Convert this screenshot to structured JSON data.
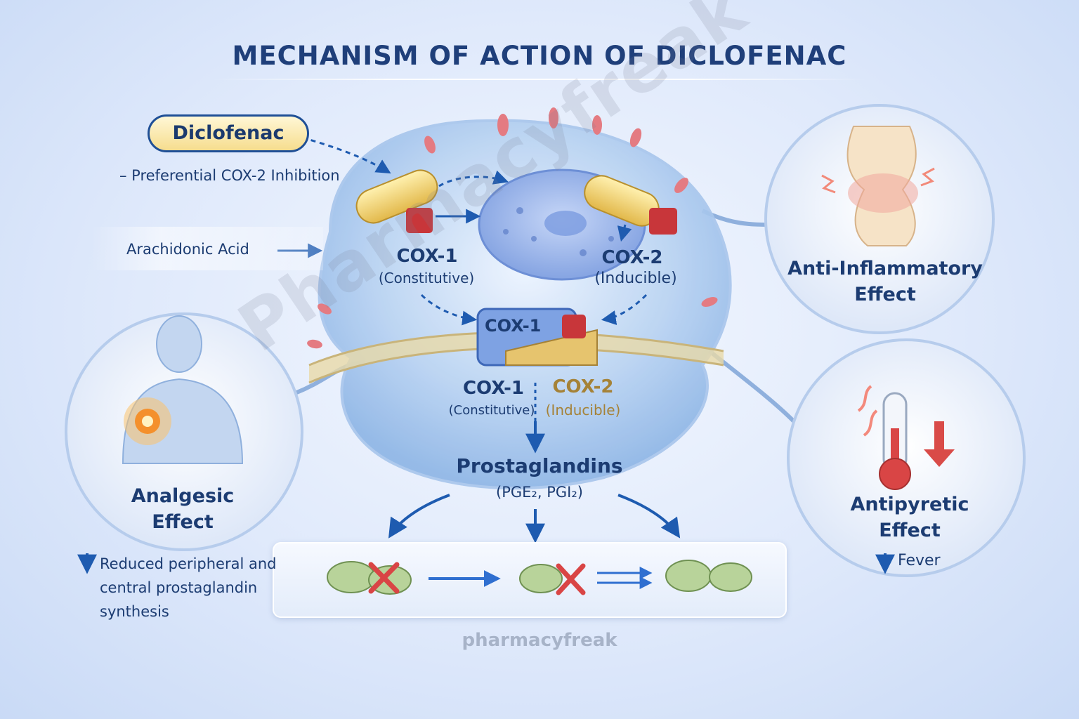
{
  "title": "MECHANISM OF ACTION OF DICLOFENAC",
  "drug": {
    "name": "Diclofenac",
    "note": "– Preferential COX-2 Inhibition"
  },
  "substrate": "Arachidonic Acid",
  "enzymes_top": {
    "cox1": {
      "name": "COX-1",
      "type": "(Constitutive)"
    },
    "cox2": {
      "name": "COX-2",
      "type": "(Inducible)"
    }
  },
  "membrane_enzyme_label": "COX-1",
  "enzymes_bottom": {
    "cox1": {
      "name": "COX-1",
      "type": "(Constitutive)"
    },
    "cox2": {
      "name": "COX-2",
      "type": "(Inducible)"
    }
  },
  "product": {
    "name": "Prostaglandins",
    "types": "(PGE₂, PGI₂)"
  },
  "effects": {
    "anti_inflammatory": {
      "line1": "Anti-Inflammatory",
      "line2": "Effect"
    },
    "analgesic": {
      "line1": "Analgesic",
      "line2": "Effect"
    },
    "antipyretic": {
      "line1": "Antipyretic",
      "line2": "Effect"
    }
  },
  "analgesic_note": "Reduced peripheral and central prostaglandin synthesis",
  "antipyretic_note": "Fever",
  "watermark": "Pharmacyfreak",
  "footer": "pharmacyfreak",
  "colors": {
    "title": "#1f3f7a",
    "text": "#1c3c72",
    "cox2_accent": "#a58237",
    "arrow": "#1e5bb0",
    "capsule": "#f3d46a",
    "inhibitor": "#c8363a"
  }
}
